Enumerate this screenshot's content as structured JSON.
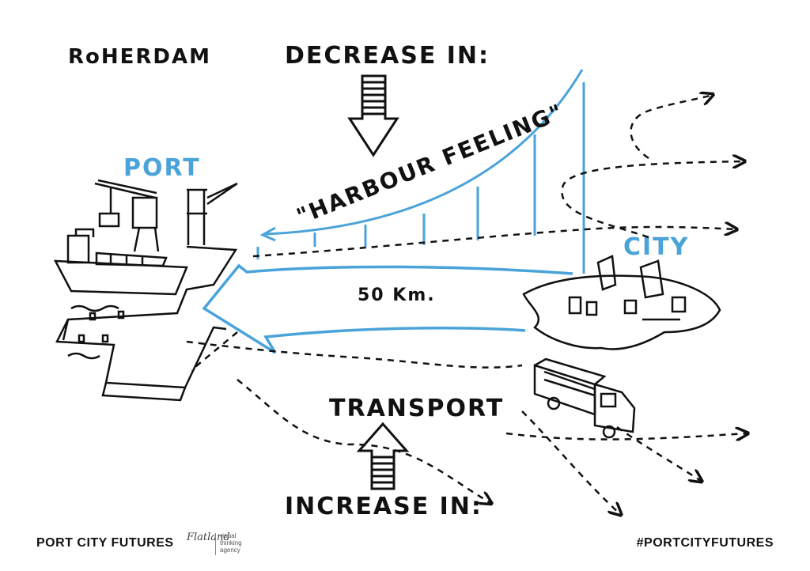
{
  "diagram": {
    "city_title": "RoHERDAM",
    "decrease_heading": "DECREASE IN:",
    "harbour_label": "\"HARBOUR FEELING\"",
    "port_label": "PORT",
    "city_label": "CITY",
    "distance_label": "50 Km.",
    "transport_label": "TRANSPORT",
    "increase_heading": "INCREASE IN:",
    "accent_color": "#4aa3d9",
    "ink_color": "#111111"
  },
  "footer": {
    "title": "PORT CITY FUTURES",
    "agency_logo_text": "Flatland",
    "agency_text": "visual\nthinking\nagency",
    "hashtag": "#PORTCITYFUTURES"
  }
}
